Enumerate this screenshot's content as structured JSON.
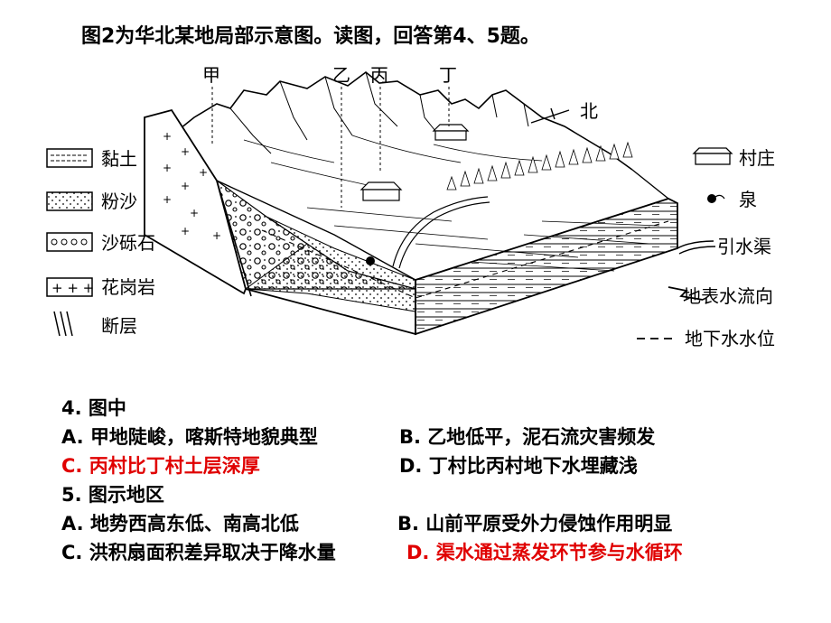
{
  "title": "图2为华北某地局部示意图。读图，回答第4、5题。",
  "diagram": {
    "site_labels": [
      "甲",
      "乙",
      "丙",
      "丁"
    ],
    "north_label": "北",
    "legend_left": [
      {
        "icon": "clay-icon",
        "label": "黏土"
      },
      {
        "icon": "silt-icon",
        "label": "粉沙"
      },
      {
        "icon": "gravel-icon",
        "label": "沙砾石"
      },
      {
        "icon": "granite-icon",
        "label": "花岗岩"
      },
      {
        "icon": "fault-icon",
        "label": "断层"
      }
    ],
    "legend_right": [
      {
        "icon": "village-icon",
        "label": "村庄"
      },
      {
        "icon": "spring-icon",
        "label": "泉"
      },
      {
        "icon": "canal-icon",
        "label": "引水渠"
      },
      {
        "icon": "surface-flow-icon",
        "label": "地表水流向"
      },
      {
        "icon": "water-table-icon",
        "label": "地下水水位"
      }
    ]
  },
  "questions": [
    {
      "num": "4.",
      "stem": "图中",
      "options": [
        {
          "key": "A.",
          "text": "甲地陡峻，喀斯特地貌典型",
          "color": "#000000"
        },
        {
          "key": "B.",
          "text": "乙地低平，泥石流灾害频发",
          "color": "#000000"
        },
        {
          "key": "C.",
          "text": "丙村比丁村土层深厚",
          "color": "#e00000"
        },
        {
          "key": "D.",
          "text": "丁村比丙村地下水埋藏浅",
          "color": "#000000"
        }
      ]
    },
    {
      "num": "5.",
      "stem": "图示地区",
      "options": [
        {
          "key": "A.",
          "text": "地势西高东低、南高北低",
          "color": "#000000"
        },
        {
          "key": "B.",
          "text": "山前平原受外力侵蚀作用明显",
          "color": "#000000"
        },
        {
          "key": "C.",
          "text": "洪积扇面积差异取决于降水量",
          "color": "#000000"
        },
        {
          "key": "D.",
          "text": "渠水通过蒸发环节参与水循环",
          "color": "#e00000"
        }
      ]
    }
  ]
}
